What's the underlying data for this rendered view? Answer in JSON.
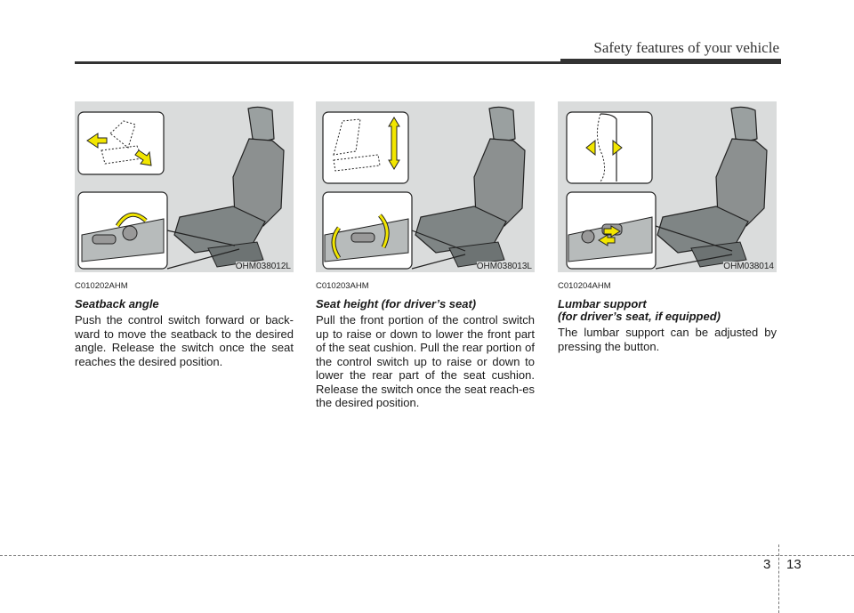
{
  "header": {
    "title": "Safety features of your vehicle"
  },
  "sections": [
    {
      "fig_code": "OHM038012L",
      "ref": "C010202AHM",
      "heading": "Seatback angle",
      "heading2": "",
      "body": "Push the control switch forward or back-ward to move the seatback to the desired angle. Release the switch once the seat reaches the desired position."
    },
    {
      "fig_code": "OHM038013L",
      "ref": "C010203AHM",
      "heading": "Seat height (for driver’s seat)",
      "heading2": "",
      "body": "Pull the front portion of the control switch up to raise or down to lower the front part of the seat cushion. Pull the rear portion of the control switch up to raise or down to lower the rear part of the seat cushion. Release the switch once the seat reach-es the desired position."
    },
    {
      "fig_code": "OHM038014",
      "ref": "C010204AHM",
      "heading": "Lumbar support",
      "heading2": "(for driver’s seat, if equipped)",
      "body": "The lumbar support can be adjusted by pressing the button."
    }
  ],
  "footer": {
    "chapter": "3",
    "page": "13"
  },
  "colors": {
    "arrow": "#f2e600",
    "figure_bg": "#dadcdc",
    "seat": "#8c9090"
  }
}
